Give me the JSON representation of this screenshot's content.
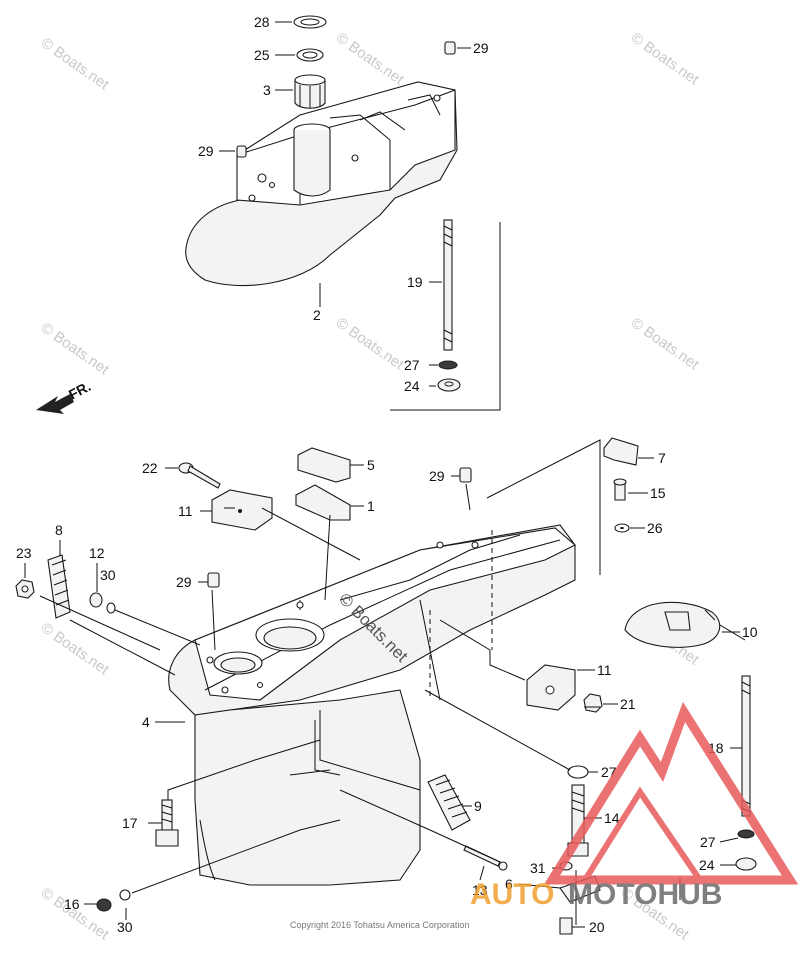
{
  "callouts": {
    "c28": "28",
    "c25": "25",
    "c3": "3",
    "c29a": "29",
    "c29b": "29",
    "c19": "19",
    "c2": "2",
    "c27a": "27",
    "c24a": "24",
    "c22": "22",
    "c5": "5",
    "c29c": "29",
    "c7": "7",
    "c11a": "11",
    "c1": "1",
    "c15": "15",
    "c26": "26",
    "c8": "8",
    "c23": "23",
    "c12": "12",
    "c30a": "30",
    "c29d": "29",
    "c10": "10",
    "c11b": "11",
    "c21": "21",
    "c4": "4",
    "c27b": "27",
    "c18": "18",
    "c17": "17",
    "c9": "9",
    "c14": "14",
    "c27c": "27",
    "c24b": "24",
    "c31": "31",
    "c6": "6",
    "c13": "13",
    "c16": "16",
    "c30b": "30",
    "c20": "20"
  },
  "direction_label": "FR.",
  "watermark": "© Boats.net",
  "copyright": "Copyright 2016 Tohatsu America Corporation",
  "logo": {
    "left": "AUTO",
    "right": "MOTOHUB"
  },
  "colors": {
    "line": "#1a1a1a",
    "watermark": "#c9c9c9",
    "logo_red": "#e85a5a",
    "logo_orange": "#f0a030",
    "logo_grey": "#6b6b6b"
  }
}
